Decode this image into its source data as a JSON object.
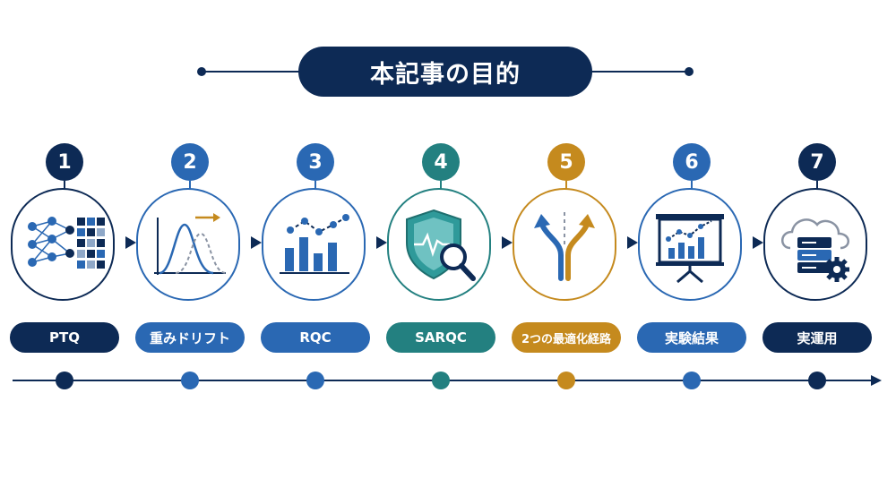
{
  "title": "本記事の目的",
  "steps": [
    {
      "number": "1",
      "label": "PTQ",
      "color": "#0d2a55",
      "icon": "neural-network-matrix-icon"
    },
    {
      "number": "2",
      "label": "重みドリフト",
      "color": "#2a68b3",
      "icon": "distribution-drift-icon"
    },
    {
      "number": "3",
      "label": "RQC",
      "color": "#2a68b3",
      "icon": "bar-line-chart-icon"
    },
    {
      "number": "4",
      "label": "SARQC",
      "color": "#238080",
      "icon": "shield-magnifier-icon"
    },
    {
      "number": "5",
      "label": "2つの最適化経路",
      "color": "#c58a1e",
      "icon": "forking-path-icon"
    },
    {
      "number": "6",
      "label": "実験結果",
      "color": "#2a68b3",
      "icon": "presentation-board-icon"
    },
    {
      "number": "7",
      "label": "実運用",
      "color": "#0d2a55",
      "icon": "cloud-server-gear-icon"
    }
  ]
}
